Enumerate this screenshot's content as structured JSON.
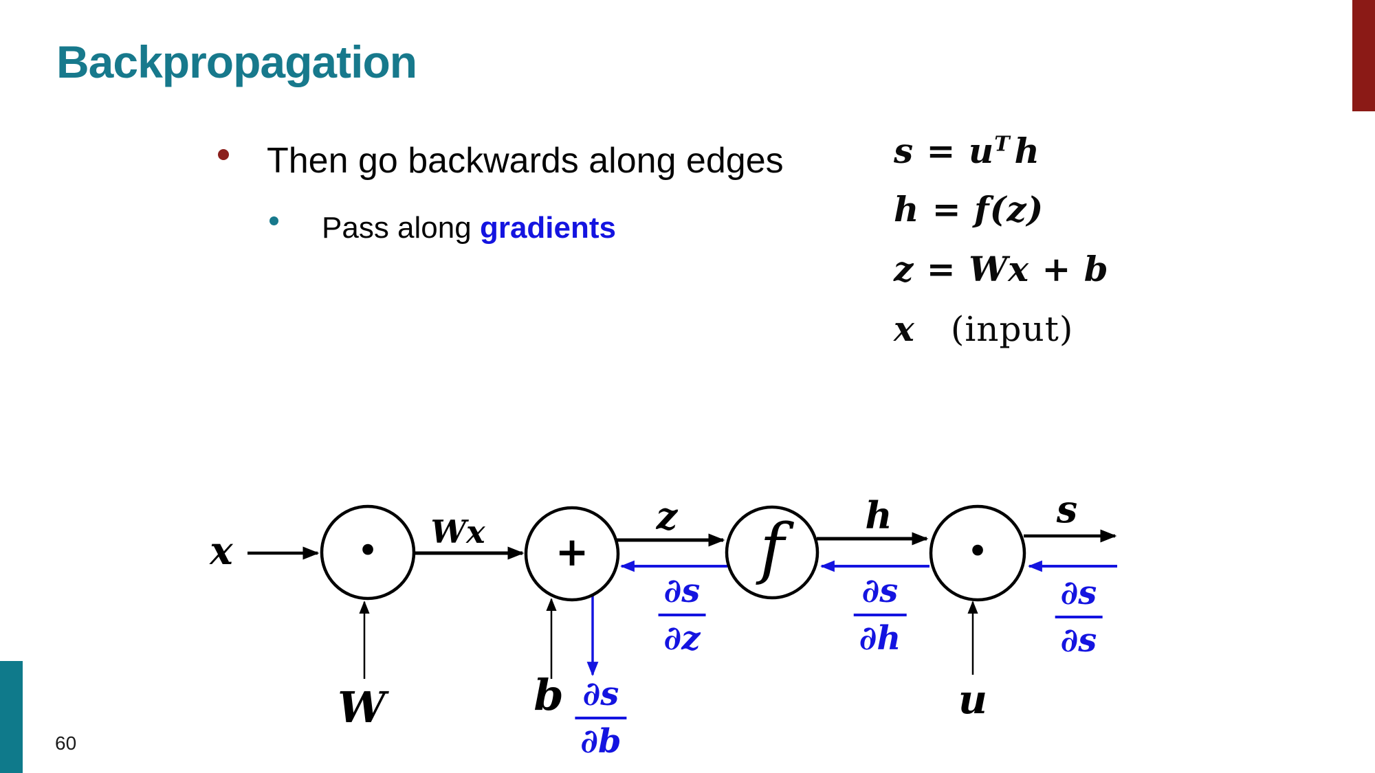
{
  "slide": {
    "title": "Backpropagation",
    "page_number": "60",
    "colors": {
      "teal_accent": "#17798c",
      "maroon_accent": "#8b1a16",
      "gradient_blue": "#1414e0",
      "text_black": "#050505"
    }
  },
  "bullets": {
    "level1": "Then go backwards along edges",
    "level2_pre": "Pass along ",
    "level2_highlight": "gradients"
  },
  "equations": {
    "line1_a": "s = u",
    "line1_sup": "T",
    "line1_b": "h",
    "line2": "h = f(z)",
    "line3": "z = Wx + b",
    "line4_var": "x",
    "line4_note": "(input)"
  },
  "diagram": {
    "input_label": "x",
    "edge_labels": {
      "wx": "Wx",
      "z": "z",
      "h": "h",
      "s": "s"
    },
    "node_symbols": {
      "dot1": "•",
      "plus": "+",
      "f": "f",
      "dot2": "•"
    },
    "param_labels": {
      "W": "W",
      "b": "b",
      "u": "u"
    },
    "gradients": {
      "dz": {
        "num": "∂s",
        "den": "∂z"
      },
      "dh": {
        "num": "∂s",
        "den": "∂h"
      },
      "ds": {
        "num": "∂s",
        "den": "∂s"
      },
      "db": {
        "num": "∂s",
        "den": "∂b"
      }
    }
  }
}
